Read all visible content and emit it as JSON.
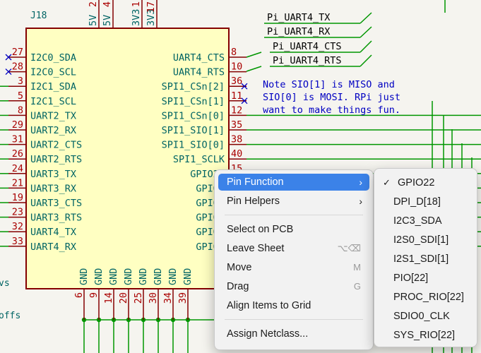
{
  "schematic": {
    "ref": "J18",
    "left_pins": [
      {
        "num": "27",
        "name": "I2C0_SDA",
        "nc": true
      },
      {
        "num": "28",
        "name": "I2C0_SCL",
        "nc": true
      },
      {
        "num": "3",
        "name": "I2C1_SDA",
        "nc": false
      },
      {
        "num": "5",
        "name": "I2C1_SCL",
        "nc": false
      },
      {
        "num": "8",
        "name": "UART2_TX",
        "nc": false
      },
      {
        "num": "29",
        "name": "UART2_RX",
        "nc": false
      },
      {
        "num": "31",
        "name": "UART2_CTS",
        "nc": false
      },
      {
        "num": "26",
        "name": "UART2_RTS",
        "nc": false
      },
      {
        "num": "24",
        "name": "UART3_TX",
        "nc": false
      },
      {
        "num": "21",
        "name": "UART3_RX",
        "nc": false
      },
      {
        "num": "19",
        "name": "UART3_CTS",
        "nc": false
      },
      {
        "num": "23",
        "name": "UART3_RTS",
        "nc": false
      },
      {
        "num": "32",
        "name": "UART4_TX",
        "nc": false
      },
      {
        "num": "33",
        "name": "UART4_RX",
        "nc": false
      }
    ],
    "right_pins": [
      {
        "num": "8",
        "name": "UART4_CTS",
        "nc": false
      },
      {
        "num": "10",
        "name": "UART4_RTS",
        "nc": false
      },
      {
        "num": "36",
        "name": "SPI1_CSn[2]",
        "nc": true
      },
      {
        "num": "11",
        "name": "SPI1_CSn[1]",
        "nc": true
      },
      {
        "num": "12",
        "name": "SPI1_CSn[0]",
        "nc": false
      },
      {
        "num": "35",
        "name": "SPI1_SIO[1]",
        "nc": false
      },
      {
        "num": "38",
        "name": "SPI1_SIO[0]",
        "nc": false
      },
      {
        "num": "40",
        "name": "SPI1_SCLK",
        "nc": false
      },
      {
        "num": "15",
        "name": "GPIO22",
        "nc": false
      },
      {
        "num": "",
        "name": "GPIO2",
        "nc": false
      },
      {
        "num": "",
        "name": "GPIO2",
        "nc": false
      },
      {
        "num": "",
        "name": "GPIO2",
        "nc": false
      },
      {
        "num": "",
        "name": "GPIO2",
        "nc": false
      },
      {
        "num": "",
        "name": "GPIO2",
        "nc": false
      }
    ],
    "top_pins": [
      {
        "num": "2",
        "name": "5V"
      },
      {
        "num": "4",
        "name": "5V"
      },
      {
        "num": "1",
        "name": "3V3"
      },
      {
        "num": "17",
        "name": "3V3"
      }
    ],
    "bottom_pins": [
      {
        "num": "6",
        "name": "GND"
      },
      {
        "num": "9",
        "name": "GND"
      },
      {
        "num": "14",
        "name": "GND"
      },
      {
        "num": "20",
        "name": "GND"
      },
      {
        "num": "25",
        "name": "GND"
      },
      {
        "num": "30",
        "name": "GND"
      },
      {
        "num": "34",
        "name": "GND"
      },
      {
        "num": "39",
        "name": "GND"
      }
    ],
    "net_labels": [
      "Pi_UART4_TX",
      "Pi_UART4_RX",
      "Pi_UART4_CTS",
      "Pi_UART4_RTS"
    ],
    "note": [
      "Note SIO[1] is MISO and",
      "SIO[0] is MOSI. RPi just",
      "want to make things fun."
    ],
    "edge_texts": [
      "vs",
      "offs"
    ],
    "colors": {
      "body_fill": "#ffffc2",
      "body_stroke": "#840000",
      "pin": "#840000",
      "pin_name": "#006464",
      "pin_num": "#a90000",
      "wire": "#009600",
      "net_label": "#000000",
      "note": "#0000c2",
      "nc": "#0000c2",
      "ref": "#006464",
      "bg": "#f5f4ef"
    }
  },
  "context_menu": {
    "items": [
      {
        "label": "Pin Function",
        "submenu": true,
        "active": true
      },
      {
        "label": "Pin Helpers",
        "submenu": true
      },
      {
        "separator": true
      },
      {
        "label": "Select on PCB"
      },
      {
        "label": "Leave Sheet",
        "shortcut": "⌥⌫"
      },
      {
        "label": "Move",
        "shortcut": "M"
      },
      {
        "label": "Drag",
        "shortcut": "G"
      },
      {
        "label": "Align Items to Grid"
      },
      {
        "separator": true
      },
      {
        "label": "Assign Netclass..."
      }
    ]
  },
  "submenu": {
    "items": [
      {
        "label": "GPIO22",
        "checked": true
      },
      {
        "label": "DPI_D[18]"
      },
      {
        "label": "I2C3_SDA"
      },
      {
        "label": "I2S0_SDI[1]"
      },
      {
        "label": "I2S1_SDI[1]"
      },
      {
        "label": "PIO[22]"
      },
      {
        "label": "PROC_RIO[22]"
      },
      {
        "label": "SDIO0_CLK"
      },
      {
        "label": "SYS_RIO[22]"
      }
    ]
  }
}
